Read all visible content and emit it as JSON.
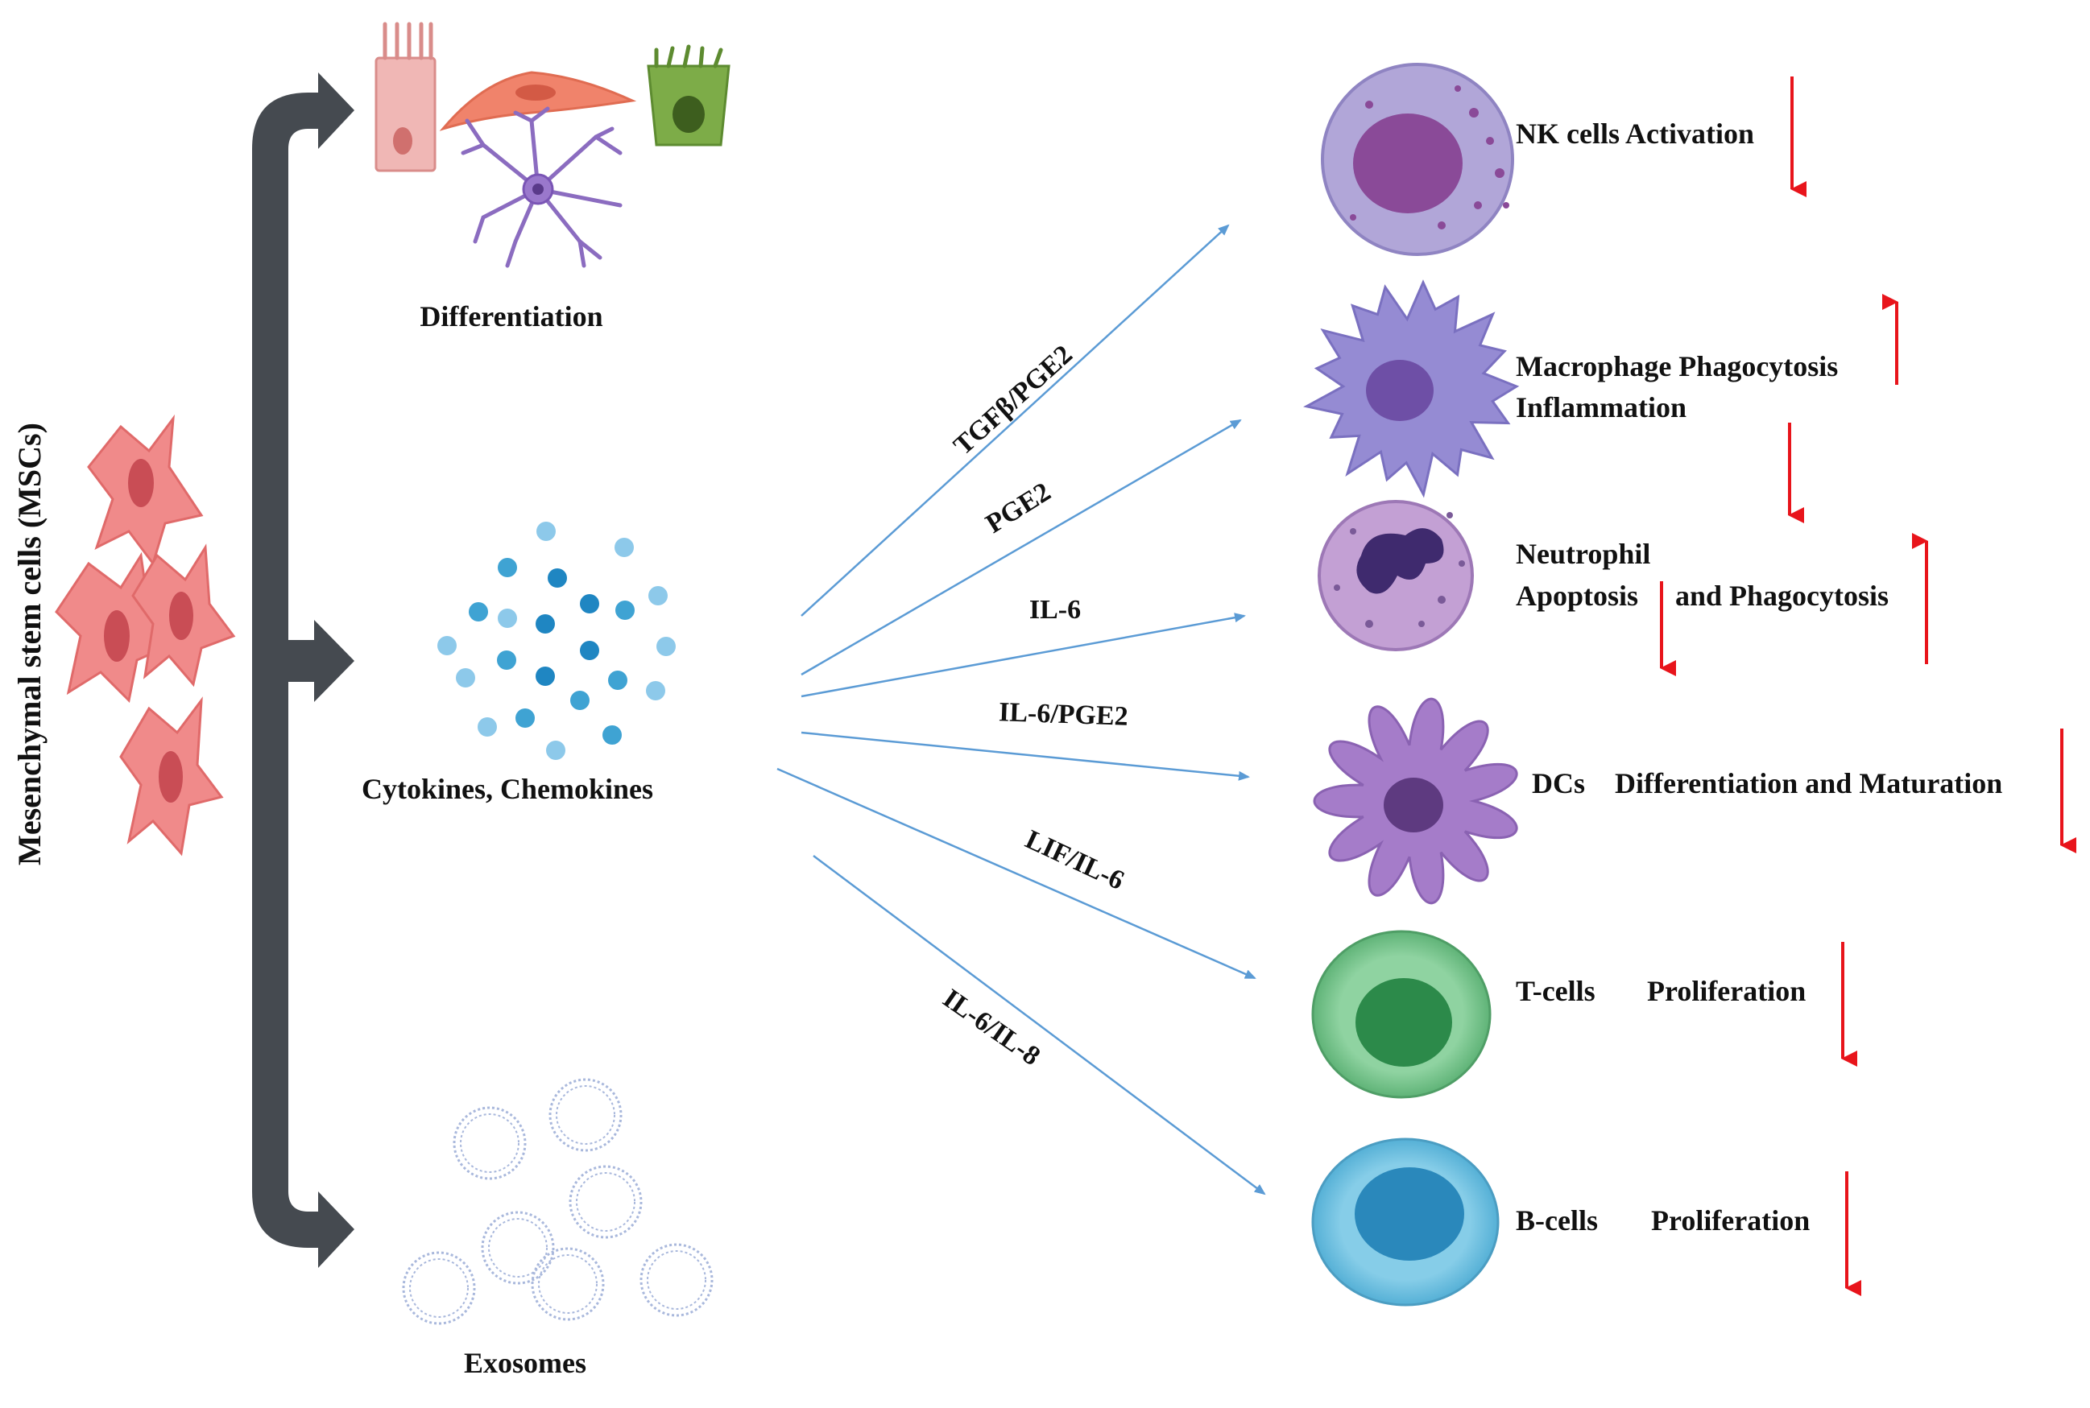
{
  "source_label": "Mesenchymal stem cells (MSCs)",
  "outputs": {
    "differentiation": "Differentiation",
    "cytokines": "Cytokines, Chemokines",
    "exosomes": "Exosomes"
  },
  "mediators": {
    "m1": "TGFβ/PGE2",
    "m2": "PGE2",
    "m3": "IL-6",
    "m4": "IL-6/PGE2",
    "m5": "LIF/IL-6",
    "m6": "IL-6/IL-8"
  },
  "targets": {
    "nk": {
      "text": "NK cells Activation",
      "effect": "decrease"
    },
    "macrophage": {
      "line1": "Macrophage Phagocytosis",
      "line1_effect": "increase",
      "line2": "Inflammation",
      "line2_effect": "decrease"
    },
    "neutrophil": {
      "title": "Neutrophil",
      "apoptosis": "Apoptosis",
      "apoptosis_effect": "decrease",
      "phago": "and Phagocytosis",
      "phago_effect": "increase"
    },
    "dcs": {
      "name": "DCs",
      "text": "Differentiation and Maturation",
      "effect": "decrease"
    },
    "tcells": {
      "name": "T-cells",
      "text": "Proliferation",
      "effect": "decrease"
    },
    "bcells": {
      "name": "B-cells",
      "text": "Proliferation",
      "effect": "decrease"
    }
  },
  "colors": {
    "pathway_arrow": "#454a50",
    "mediator_arrow": "#5b9bd5",
    "effect_arrow": "#e8141b",
    "msc_cell": "#f08080",
    "nk_cell": "#a79bd0",
    "macrophage_cell": "#8e85cf",
    "neutrophil_cell": "#b68fc9",
    "dc_cell": "#a57cc9",
    "t_cell": "#7cc490",
    "b_cell": "#6ebede"
  },
  "icons": [
    "msc-cell-icon",
    "epithelial-cell-icon",
    "fibroblast-cell-icon",
    "neuron-cell-icon",
    "columnar-cell-icon",
    "cytokine-dots-icon",
    "exosome-vesicle-icon"
  ]
}
